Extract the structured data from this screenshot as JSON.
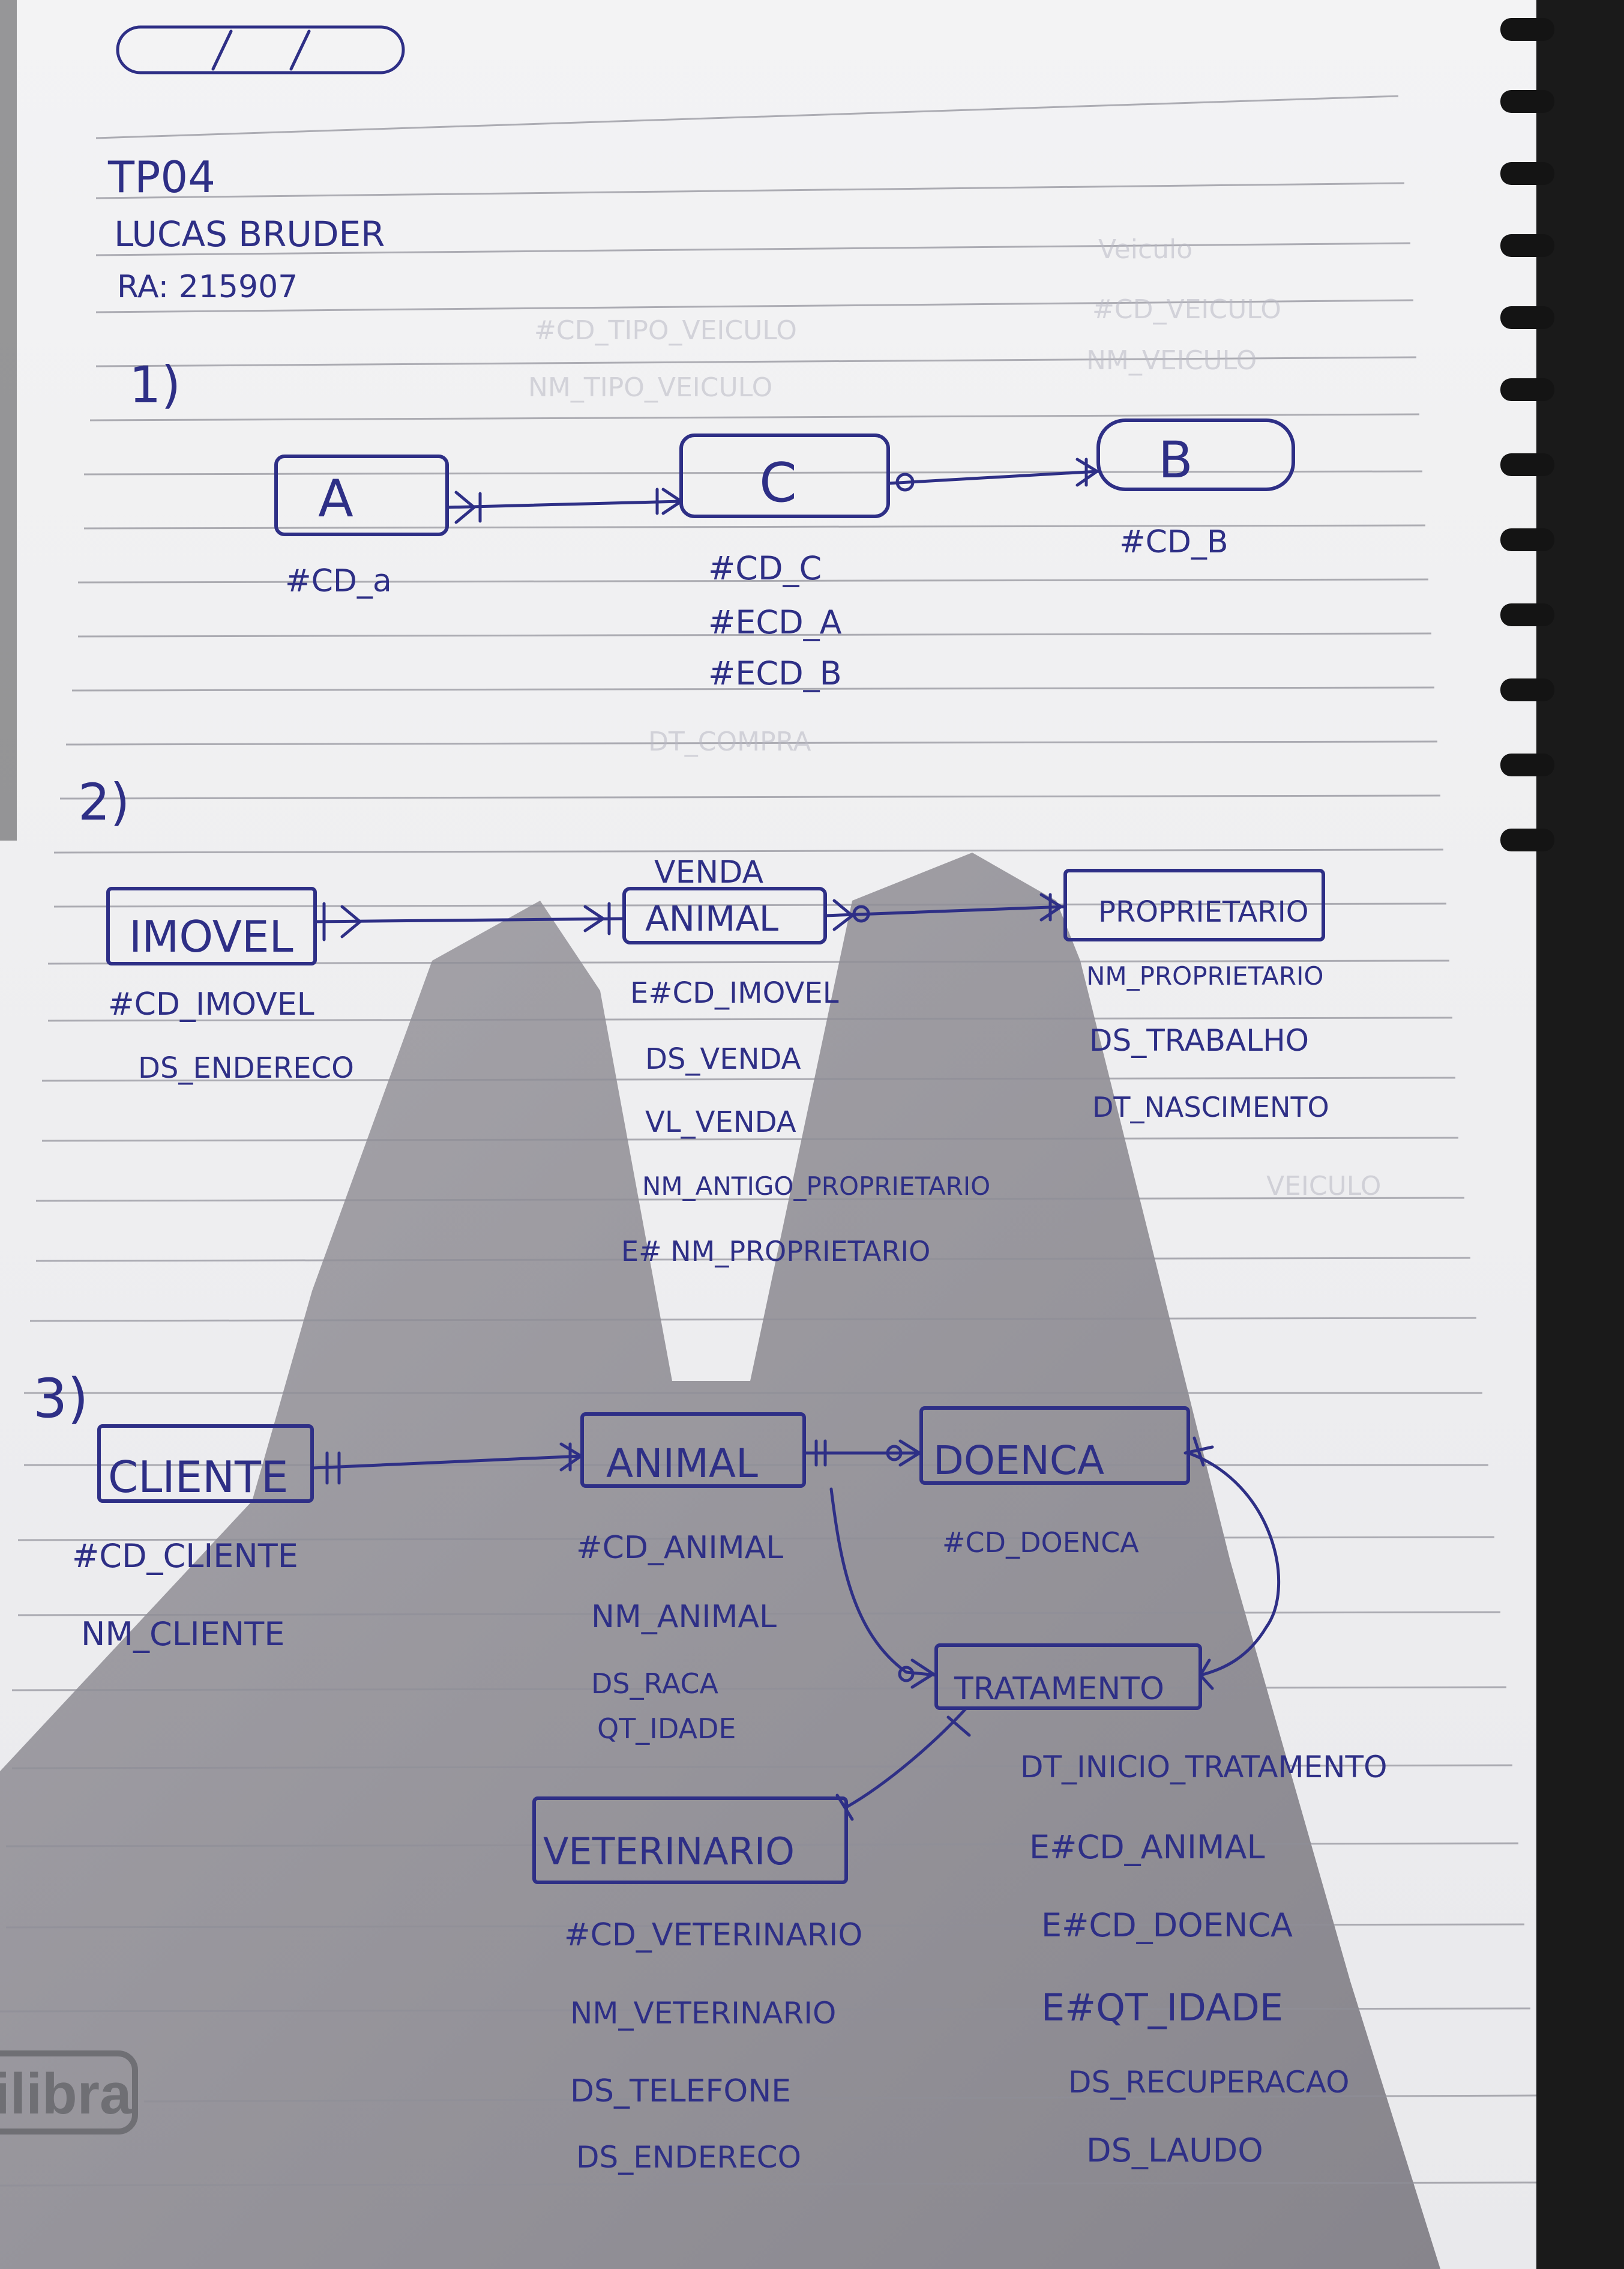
{
  "header": {
    "title": "TP04",
    "name": "LUCAS BRUDER",
    "ra": "RA: 215907"
  },
  "brand": "ilibra",
  "q1": {
    "label": "1)",
    "entities": [
      {
        "name": "A",
        "attrs": [
          "#CD_a"
        ]
      },
      {
        "name": "C",
        "attrs": [
          "#CD_C",
          "#ECD_A",
          "#ECD_B"
        ]
      },
      {
        "name": "B",
        "attrs": [
          "#CD_B"
        ]
      }
    ]
  },
  "q2": {
    "label": "2)",
    "relationship_label": "VENDA",
    "entities": [
      {
        "name": "IMOVEL",
        "attrs": [
          "#CD_IMOVEL",
          "DS_ENDERECO"
        ]
      },
      {
        "name": "ANIMAL",
        "attrs": [
          "E#CD_IMOVEL",
          "DS_VENDA",
          "VL_VENDA",
          "NM_ANTIGO_PROPRIETARIO",
          "E# NM_PROPRIETARIO"
        ]
      },
      {
        "name": "PROPRIETARIO",
        "attrs": [
          "NM_PROPRIETARIO",
          "DS_TRABALHO",
          "DT_NASCIMENTO"
        ]
      }
    ]
  },
  "q3": {
    "label": "3)",
    "entities": [
      {
        "name": "CLIENTE",
        "attrs": [
          "#CD_CLIENTE",
          "NM_CLIENTE"
        ]
      },
      {
        "name": "ANIMAL",
        "attrs": [
          "#CD_ANIMAL",
          "NM_ANIMAL",
          "DS_RACA",
          "QT_IDADE"
        ]
      },
      {
        "name": "DOENCA",
        "attrs": [
          "#CD_DOENCA"
        ]
      },
      {
        "name": "TRATAMENTO",
        "attrs": [
          "DT_INICIO_TRATAMENTO",
          "E#CD_ANIMAL",
          "E#CD_DOENCA",
          "E#QT_IDADE",
          "DS_RECUPERACAO",
          "DS_LAUDO"
        ]
      },
      {
        "name": "VETERINARIO",
        "attrs": [
          "#CD_VETERINARIO",
          "NM_VETERINARIO",
          "DS_TELEFONE",
          "DS_ENDERECO"
        ]
      }
    ]
  }
}
